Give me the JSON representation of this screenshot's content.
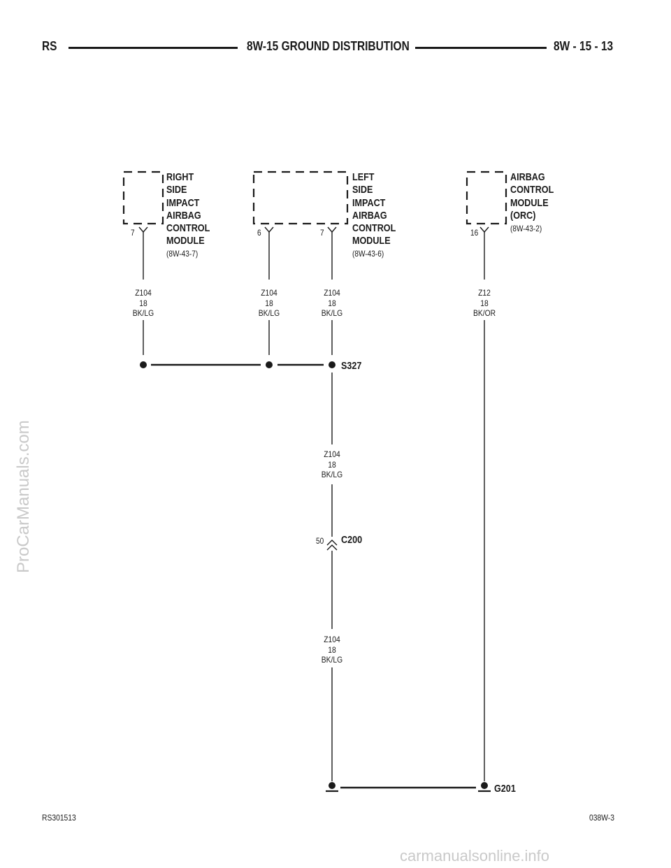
{
  "header": {
    "left": "RS",
    "title": "8W-15 GROUND DISTRIBUTION",
    "page": "8W - 15 - 13"
  },
  "modules": {
    "right_side": {
      "lines": [
        "RIGHT",
        "SIDE",
        "IMPACT",
        "AIRBAG",
        "CONTROL",
        "MODULE"
      ],
      "ref": "(8W-43-7)",
      "pin": "7"
    },
    "left_side": {
      "lines": [
        "LEFT",
        "SIDE",
        "IMPACT",
        "AIRBAG",
        "CONTROL",
        "MODULE"
      ],
      "ref": "(8W-43-6)",
      "pins": [
        "6",
        "7"
      ]
    },
    "orc": {
      "lines": [
        "AIRBAG",
        "CONTROL",
        "MODULE",
        "(ORC)"
      ],
      "ref": "(8W-43-2)",
      "pin": "16"
    }
  },
  "wires": {
    "w1": {
      "code": "Z104",
      "gauge": "18",
      "color": "BK/LG"
    },
    "w2": {
      "code": "Z104",
      "gauge": "18",
      "color": "BK/LG"
    },
    "w3": {
      "code": "Z104",
      "gauge": "18",
      "color": "BK/LG"
    },
    "w4": {
      "code": "Z12",
      "gauge": "18",
      "color": "BK/OR"
    },
    "w5": {
      "code": "Z104",
      "gauge": "18",
      "color": "BK/LG"
    },
    "w6": {
      "code": "Z104",
      "gauge": "18",
      "color": "BK/LG"
    }
  },
  "splice": "S327",
  "connector": {
    "name": "C200",
    "pin": "50"
  },
  "ground": "G201",
  "footer": {
    "left": "RS301513",
    "right": "038W-3"
  },
  "watermarks": {
    "side": "ProCarManuals.com",
    "bottom": "carmanualsonline.info"
  }
}
